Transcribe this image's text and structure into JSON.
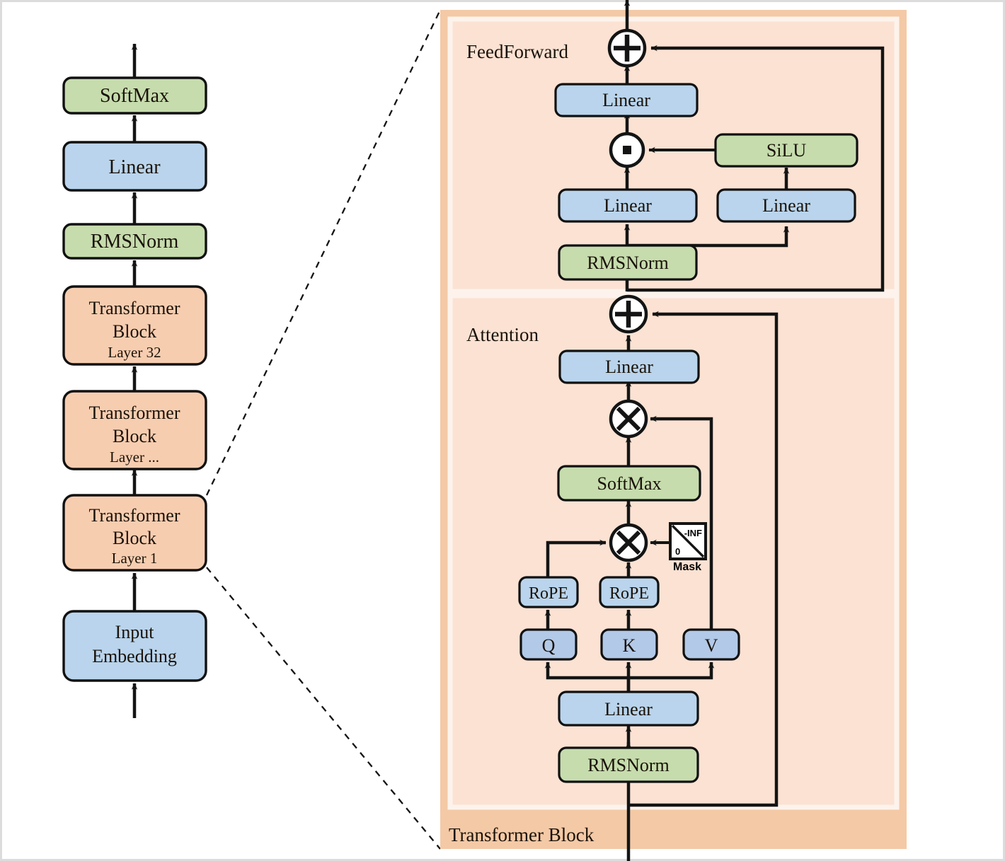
{
  "diagram": {
    "title": "Transformer Block architecture (LLaMA-style) with stack overview",
    "colors": {
      "blue_fill": "#b9d4ec",
      "blue_stroke": "#111111",
      "green_fill": "#c6dcad",
      "green_stroke": "#111111",
      "orange_block_fill": "#f7cdb0",
      "panel_outer_fill": "#f4c9a6",
      "panel_inner_fill": "#fbe2d3",
      "panel_inner_stroke": "#fdf3ec",
      "line": "#141414",
      "page_border": "#d8d8d8",
      "text": "#1a1208"
    },
    "stack": {
      "label": "model-stack",
      "nodes": [
        {
          "id": "softmax",
          "label": "SoftMax",
          "style": "green"
        },
        {
          "id": "linear",
          "label": "Linear",
          "style": "blue"
        },
        {
          "id": "rmsnorm",
          "label": "RMSNorm",
          "style": "green"
        },
        {
          "id": "block32",
          "label": "Transformer\nBlock",
          "sublabel": "Layer 32",
          "style": "orange"
        },
        {
          "id": "blockdots",
          "label": "Transformer\nBlock",
          "sublabel": "Layer ...",
          "style": "orange"
        },
        {
          "id": "block1",
          "label": "Transformer\nBlock",
          "sublabel": "Layer 1",
          "style": "orange"
        },
        {
          "id": "input_embedding",
          "label": "Input\nEmbedding",
          "style": "blue"
        }
      ]
    },
    "detail": {
      "panel_caption": "Transformer Block",
      "feedforward": {
        "caption": "FeedForward",
        "nodes": [
          {
            "id": "ff_rmsnorm",
            "label": "RMSNorm",
            "style": "green"
          },
          {
            "id": "ff_linear_gate",
            "label": "Linear",
            "style": "blue"
          },
          {
            "id": "ff_linear_up",
            "label": "Linear",
            "style": "blue"
          },
          {
            "id": "ff_silu",
            "label": "SiLU",
            "style": "green"
          },
          {
            "id": "ff_linear_down",
            "label": "Linear",
            "style": "blue"
          }
        ],
        "operators": [
          {
            "id": "ff_mul",
            "glyph": "dot",
            "name": "elementwise-multiply"
          },
          {
            "id": "ff_add",
            "glyph": "plus",
            "name": "residual-add"
          }
        ]
      },
      "attention": {
        "caption": "Attention",
        "nodes": [
          {
            "id": "attn_rmsnorm",
            "label": "RMSNorm",
            "style": "green"
          },
          {
            "id": "attn_linear_qkv",
            "label": "Linear",
            "style": "blue"
          },
          {
            "id": "attn_q",
            "label": "Q",
            "style": "blue"
          },
          {
            "id": "attn_k",
            "label": "K",
            "style": "blue"
          },
          {
            "id": "attn_v",
            "label": "V",
            "style": "blue"
          },
          {
            "id": "attn_rope_q",
            "label": "RoPE",
            "style": "blue"
          },
          {
            "id": "attn_rope_k",
            "label": "RoPE",
            "style": "blue"
          },
          {
            "id": "attn_softmax",
            "label": "SoftMax",
            "style": "green"
          },
          {
            "id": "attn_linear_out",
            "label": "Linear",
            "style": "blue"
          }
        ],
        "operators": [
          {
            "id": "attn_matmul_qk",
            "glyph": "cross",
            "name": "matmul-qk"
          },
          {
            "id": "attn_matmul_v",
            "glyph": "cross",
            "name": "matmul-scores-v"
          },
          {
            "id": "attn_add",
            "glyph": "plus",
            "name": "residual-add"
          }
        ],
        "mask": {
          "caption": "Mask",
          "upper_value": "-INF",
          "lower_value": "0"
        }
      }
    }
  }
}
